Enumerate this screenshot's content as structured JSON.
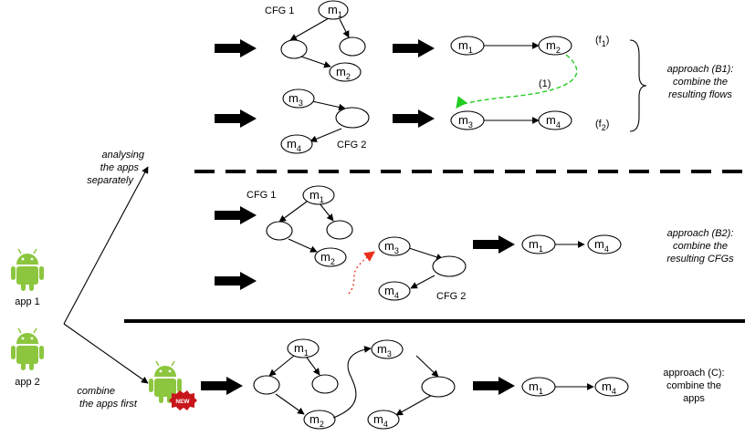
{
  "diagram": {
    "left": {
      "app1_label": "app 1",
      "app2_label": "app 2",
      "upper_branch_line1": "analysing",
      "upper_branch_line2": "the apps",
      "upper_branch_line3": "separately",
      "lower_branch_line1": "combine",
      "lower_branch_line2": "the apps first"
    },
    "b1": {
      "cfg1_label": "CFG 1",
      "cfg2_label": "CFG 2",
      "flow_f1": "(f",
      "flow_f1_sub": "1",
      "flow_f2": "(f",
      "flow_f2_sub": "2",
      "paren_close": ")",
      "link_label": "(1)",
      "approach_line1": "approach (B1):",
      "approach_line2": "combine the",
      "approach_line3": "resulting flows"
    },
    "b2": {
      "cfg1_label": "CFG 1",
      "cfg2_label": "CFG 2",
      "approach_line1": "approach (B2):",
      "approach_line2": "combine the",
      "approach_line3": "resulting CFGs"
    },
    "c": {
      "new_badge": "NEW",
      "approach_line1": "approach (C):",
      "approach_line2": "combine the",
      "approach_line3": "apps"
    },
    "node_prefix": "m",
    "node_subs": {
      "m1": "1",
      "m2": "2",
      "m3": "3",
      "m4": "4"
    },
    "colors": {
      "android_green": "#8cc63f",
      "link_green": "#22cc22",
      "link_red": "#e8301c",
      "badge_red": "#c8151b",
      "ink": "#000000"
    }
  }
}
